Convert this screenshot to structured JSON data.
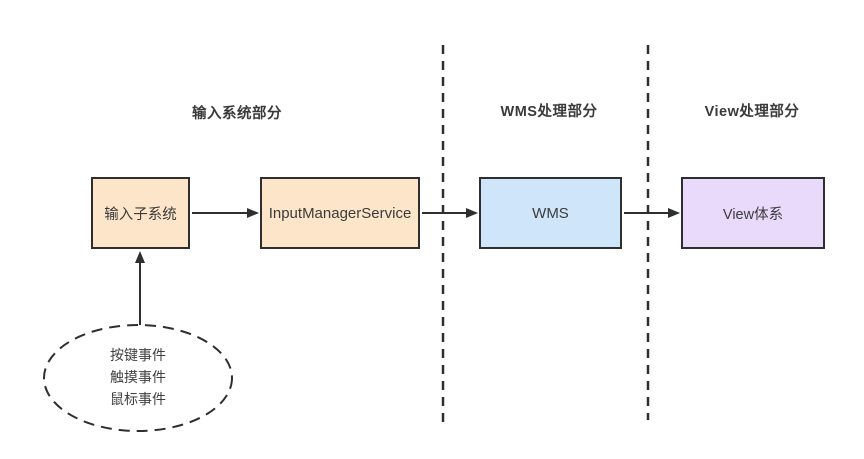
{
  "diagram": {
    "sections": [
      {
        "label": "输入系统部分"
      },
      {
        "label": "WMS处理部分"
      },
      {
        "label": "View处理部分"
      }
    ],
    "nodes": [
      {
        "label": "输入子系统",
        "fill": "#fce5c9"
      },
      {
        "label": "InputManagerService",
        "fill": "#fce5c9"
      },
      {
        "label": "WMS",
        "fill": "#cfe6fa"
      },
      {
        "label": "View体系",
        "fill": "#e9dafb"
      }
    ],
    "event_source": {
      "lines": [
        "按键事件",
        "触摸事件",
        "鼠标事件"
      ]
    },
    "colors": {
      "stroke": "#333333",
      "text": "#3a3a3a",
      "background": "#ffffff"
    }
  }
}
